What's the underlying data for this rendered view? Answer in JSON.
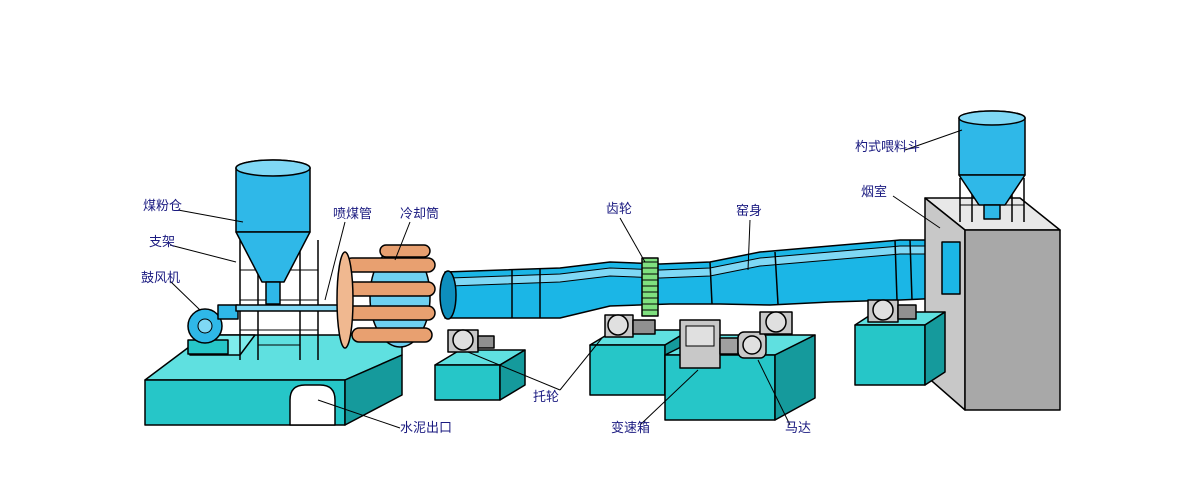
{
  "colors": {
    "kiln": "#1bb6e6",
    "kiln_dark": "#0d8ebd",
    "hopper": "#2fb8e8",
    "base": "#26c6c8",
    "base_dark": "#159a9c",
    "chamber": "#c8c8c8",
    "cooler": "#e8a070",
    "gear": "#7fe07f",
    "label": "#1a1a80"
  },
  "labels": {
    "coal_bin": "煤粉仓",
    "support_frame": "支架",
    "blower": "鼓风机",
    "coal_injector": "喷煤管",
    "cooler": "冷却筒",
    "gear": "齿轮",
    "kiln_body": "窑身",
    "feed_hopper": "杓式喂料斗",
    "smoke_chamber": "烟室",
    "support_roller": "托轮",
    "cement_outlet": "水泥出口",
    "gearbox": "变速箱",
    "motor": "马达"
  }
}
